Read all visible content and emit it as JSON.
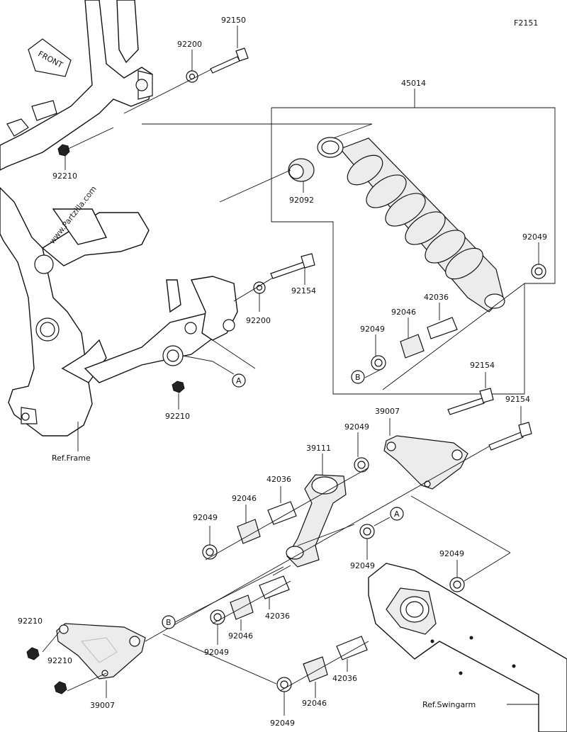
{
  "diagram_code": "F2151",
  "watermark": "www.Partzilla.com",
  "front_label": "FRONT",
  "refs": {
    "A": "A",
    "B": "B"
  },
  "references": {
    "frame": "Ref.Frame",
    "swingarm": "Ref.Swingarm"
  },
  "parts": {
    "p92150": "92150",
    "p92200_top": "92200",
    "p45014": "45014",
    "p92210_top": "92210",
    "p92092": "92092",
    "p92049_shock_r": "92049",
    "p42036_shock": "42036",
    "p92046_shock": "92046",
    "p92049_shock_l": "92049",
    "p92154_mid": "92154",
    "p92200_mid": "92200",
    "p92210_mid": "92210",
    "p92154_r1": "92154",
    "p92154_r2": "92154",
    "p39007_top": "39007",
    "p92049_rod": "92049",
    "p39111": "39111",
    "p42036_rod": "42036",
    "p92046_rod": "92046",
    "p92049_left": "92049",
    "p92049_ra": "92049",
    "p92049_swing": "92049",
    "p92210_bl1": "92210",
    "p92210_bl2": "92210",
    "p39007_bot": "39007",
    "p92046_low": "92046",
    "p42036_low": "42036",
    "p92049_low": "92049",
    "p42036_bot": "42036",
    "p92046_bot": "92046",
    "p92049_bot": "92049"
  }
}
